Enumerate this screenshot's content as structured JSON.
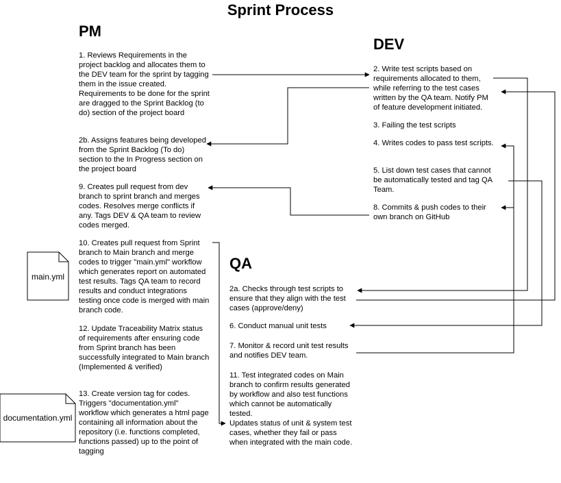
{
  "title": "Sprint Process",
  "lanes": {
    "pm": "PM",
    "dev": "DEV",
    "qa": "QA"
  },
  "pm_steps": [
    "1. Reviews Requirements in the project backlog and allocates them to the DEV team for the sprint by tagging them in the issue created. Requirements to be done for the sprint are dragged to the Sprint Backlog (to do) section of the project board",
    "2b. Assigns features being developed from the Sprint Backlog (To do) section to the In Progress section on the project board",
    "9. Creates pull request from dev branch to sprint branch and merges codes. Resolves merge conflicts if any. Tags DEV & QA team to review codes merged.",
    "10. Creates pull request from Sprint branch to Main branch and merge codes to trigger \"main.yml\" workflow which generates report on automated test results. Tags QA team to record results and conduct integrations testing once code is merged with main branch code.",
    "12. Update Traceability Matrix status of requirements after ensuring code from Sprint branch has been successfully integrated to Main branch (Implemented & verified)",
    "13. Create version tag for codes. Triggers \"documentation.yml\" workflow which generates a html page containing all information about the repository (i.e. functions completed, functions passed) up to the point of tagging"
  ],
  "dev_steps": [
    "2. Write test scripts based on requirements allocated to them, while referring to the test cases written by the QA team. Notify PM of feature development initiated.",
    "3. Failing the test scripts",
    "4. Writes codes to pass test scripts.",
    "5. List down test cases that cannot be automatically tested and tag QA Team.",
    "8. Commits & push codes to their own branch on GitHub"
  ],
  "qa_steps": [
    "2a. Checks through test scripts to ensure that they align with the test cases (approve/deny)",
    "6. Conduct manual unit tests",
    "7. Monitor & record unit test results and notifies DEV team.",
    "11. Test integrated codes on Main branch to confirm results generated by workflow and also test functions which cannot be automatically tested.\nUpdates status of unit & system test cases, whether they fail or pass when integrated with the main code."
  ],
  "files": {
    "main": "main.yml",
    "documentation": "documentation.yml"
  }
}
